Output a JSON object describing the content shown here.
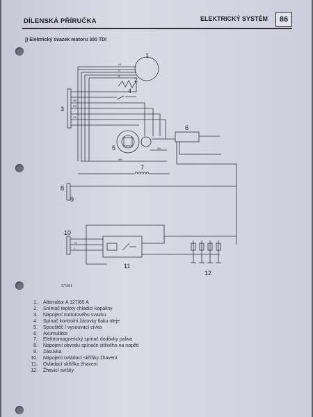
{
  "header": {
    "left_title": "DÍLENSKÁ PŘÍRUČKA",
    "right_title": "ELEKTRICKÝ SYSTÉM",
    "page_number": "86"
  },
  "section_title": "j) Elektrický svazek motoru 300 TDi",
  "figure_code": "ST361",
  "diagram_labels": {
    "n1": "1",
    "n2": "2",
    "n3": "3",
    "n4": "4",
    "n5": "5",
    "n6": "6",
    "n7": "7",
    "n8": "8",
    "n9": "9",
    "n10": "10",
    "n11": "11",
    "n12": "12"
  },
  "wire_codes": {
    "nY": "NY",
    "n": "N",
    "b": "B",
    "wr": "WR",
    "y": "Y",
    "yb": "YB",
    "bw": "BW",
    "ws": "WS",
    "gu": "GU",
    "w": "W",
    "wr2": "WR"
  },
  "legend": [
    {
      "num": "1.",
      "text": "Alternátor A 127/65 A"
    },
    {
      "num": "2.",
      "text": "Snímač teploty chladicí kapaliny"
    },
    {
      "num": "3.",
      "text": "Napojení motorového svazku"
    },
    {
      "num": "4.",
      "text": "Spínač kontrolní žárovky tlaku oleje"
    },
    {
      "num": "5.",
      "text": "Spouštěč / vysouvací cívka"
    },
    {
      "num": "6.",
      "text": "Akumulátor"
    },
    {
      "num": "7.",
      "text": "Elektromagnetický spínač dodávky paliva"
    },
    {
      "num": "8.",
      "text": "Napojení obvodu spínače citlivého na napětí"
    },
    {
      "num": "9.",
      "text": "Zásuvka"
    },
    {
      "num": "10.",
      "text": "Napojení ovládací skříňky žhavení"
    },
    {
      "num": "11.",
      "text": "Ovládací skříňka žhavení"
    },
    {
      "num": "12.",
      "text": "Žhavicí svíčky"
    }
  ],
  "colors": {
    "paper": "#d9d9e6",
    "ink": "#2a2a34",
    "background": "#5e5e66"
  }
}
